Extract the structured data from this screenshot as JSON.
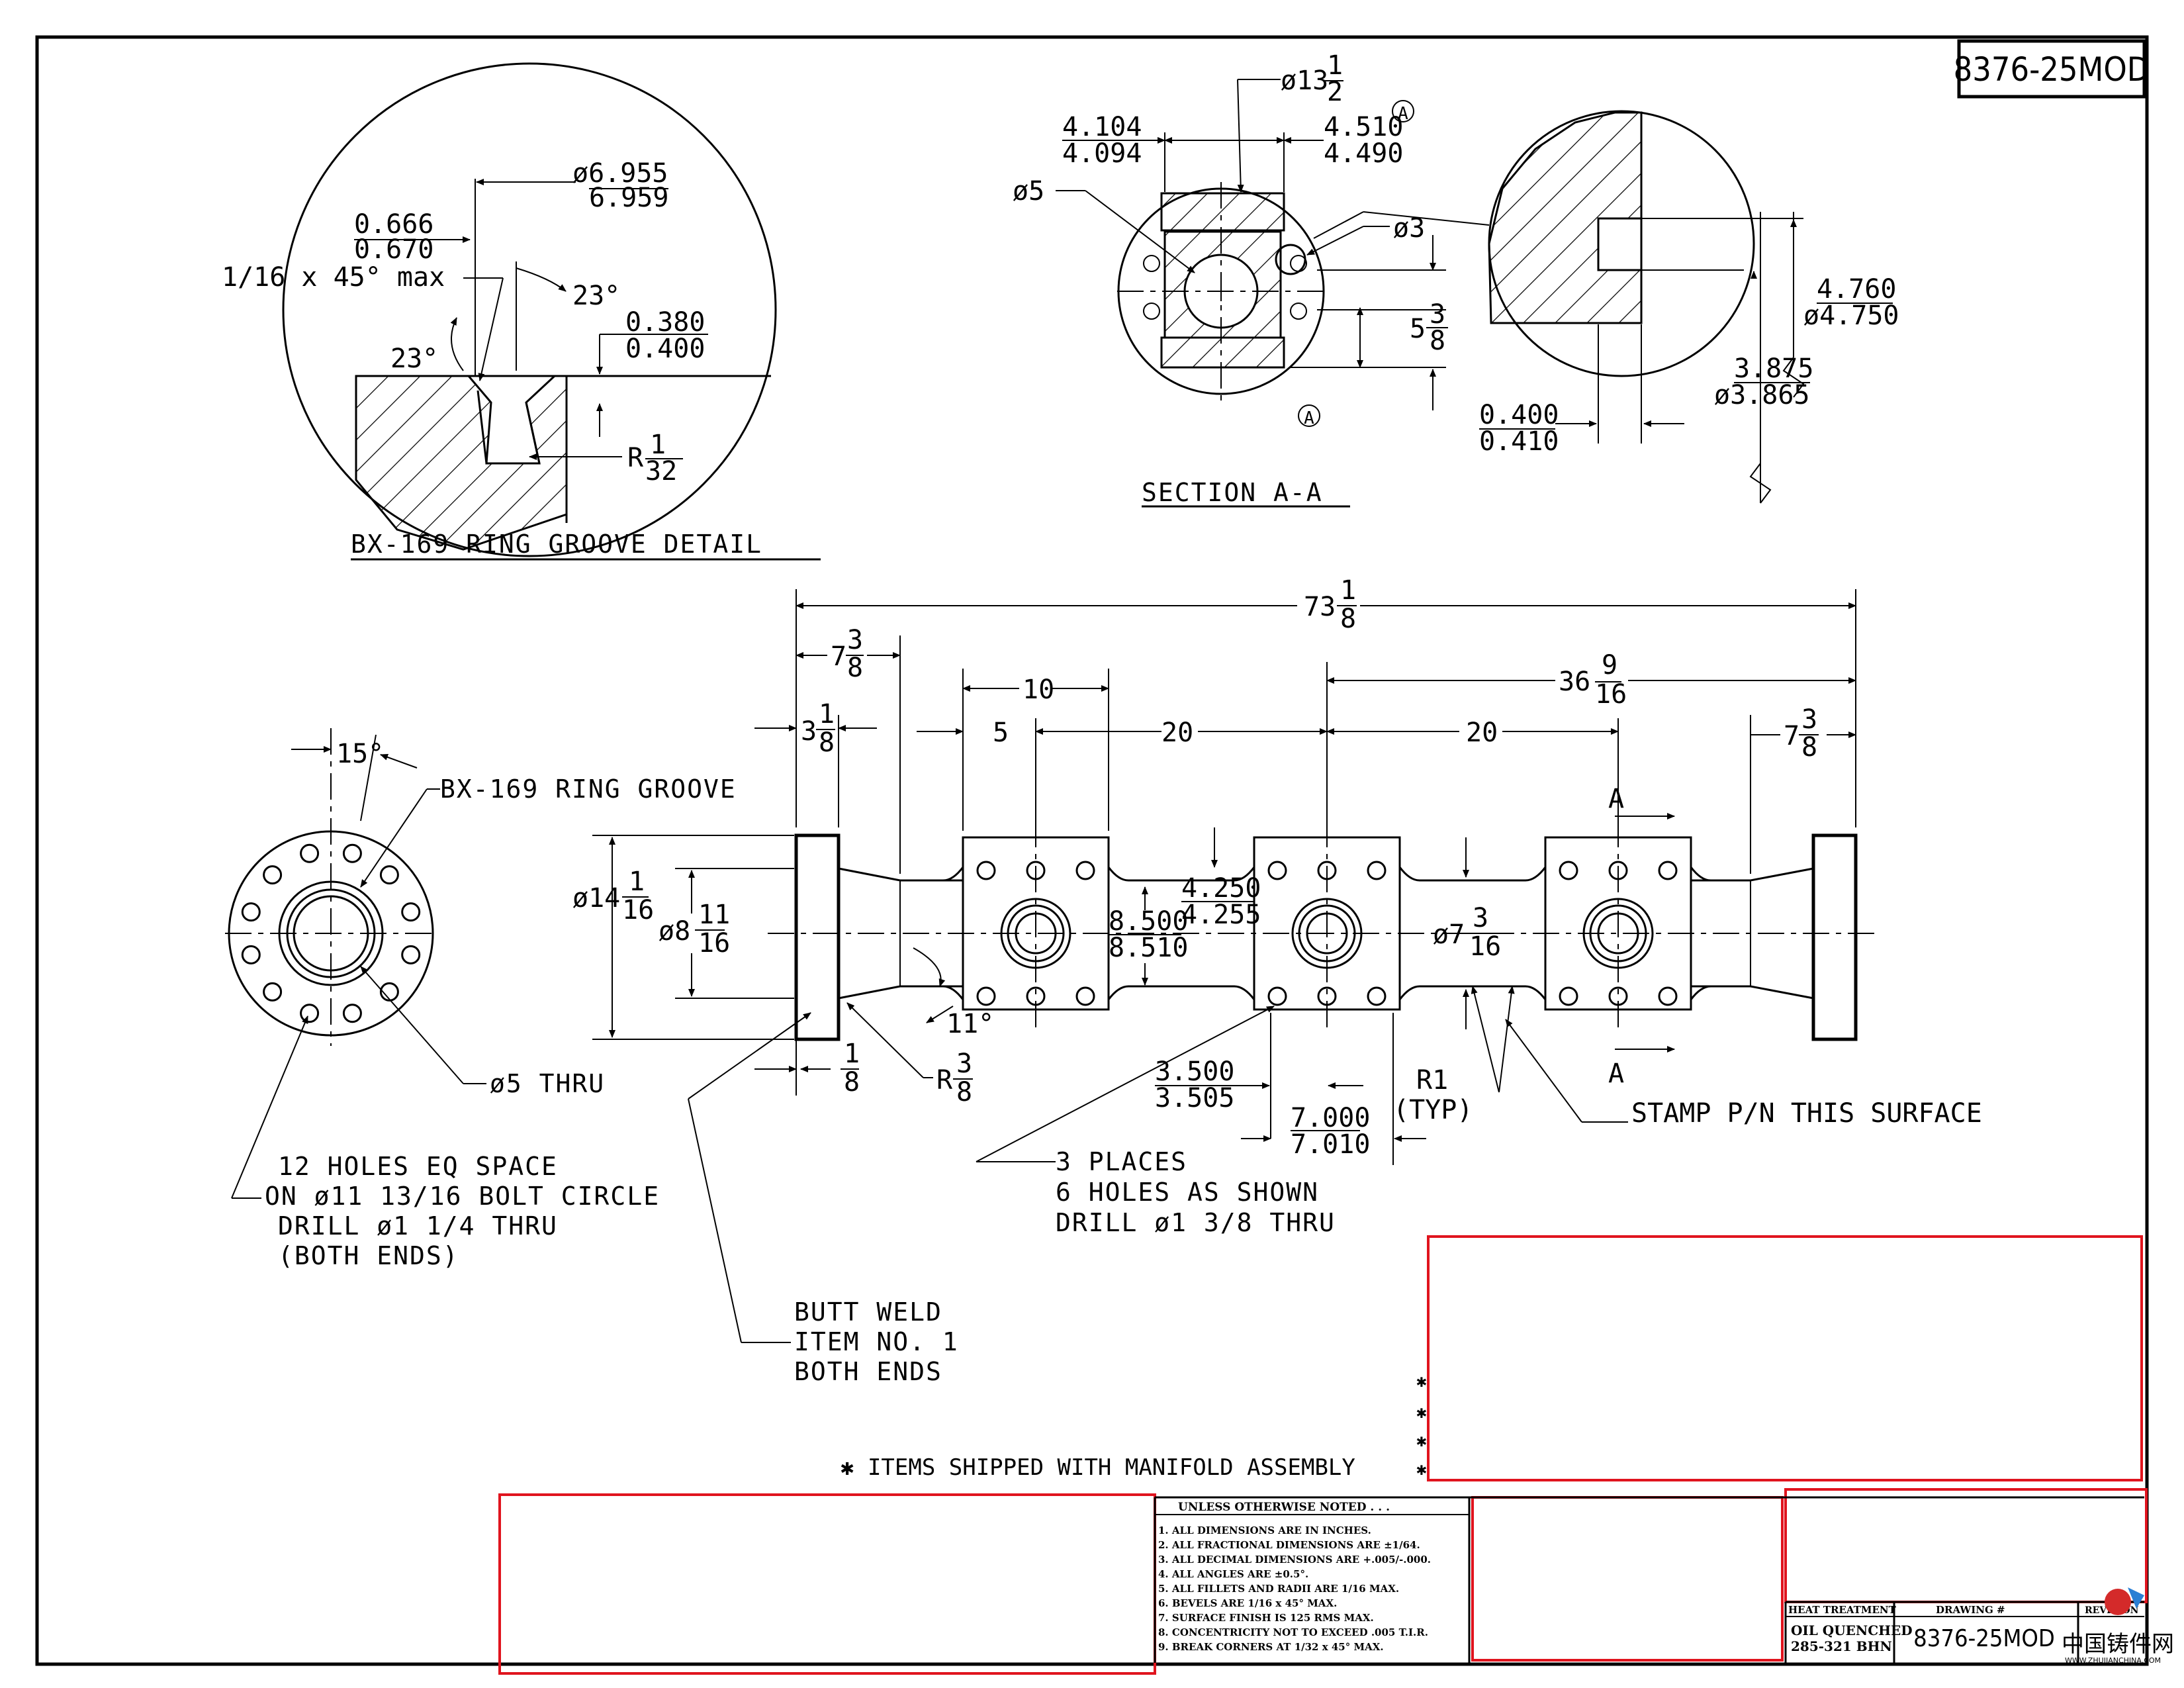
{
  "drawing_number_box": "8376-25MOD",
  "ring_groove_detail": {
    "title": "BX-169 RING GROOVE DETAIL",
    "dia_top": "ø6.955",
    "dia_bot": "6.959",
    "width_top": "0.666",
    "width_bot": "0.670",
    "chamfer": "1/16 x 45° max",
    "angle_right": "23°",
    "angle_left": "23°",
    "depth_top": "0.380",
    "depth_bot": "0.400",
    "radius_r": "R",
    "radius_num": "1",
    "radius_den": "32"
  },
  "section_aa": {
    "title": "SECTION A-A",
    "dia_bore": "ø13",
    "dia_bore_num": "1",
    "dia_bore_den": "2",
    "left_top": "4.104",
    "left_bot": "4.094",
    "right_top": "4.510",
    "right_bot": "4.490",
    "circle_a": "A",
    "dia5": "ø5",
    "dia3": "ø3",
    "five": "5",
    "five_num": "3",
    "five_den": "8",
    "circle_a2": "A"
  },
  "section_detail": {
    "od_top": "4.760",
    "od_bot": "ø4.750",
    "id_top": "3.875",
    "id_bot": "ø3.865",
    "w_top": "0.400",
    "w_bot": "0.410"
  },
  "end_view": {
    "angle": "15°",
    "ring_groove": "BX-169 RING GROOVE",
    "thru": "ø5 THRU",
    "note_lines": [
      "12 HOLES EQ SPACE",
      "ON ø11 13/16 BOLT CIRCLE",
      "DRILL ø1 1/4 THRU",
      "(BOTH ENDS)"
    ]
  },
  "main_view": {
    "overall": "73",
    "overall_num": "1",
    "overall_den": "8",
    "left_7": "7",
    "left_7_num": "3",
    "left_7_den": "8",
    "right_7": "7",
    "right_7_num": "3",
    "right_7_den": "8",
    "left_3": "3",
    "left_3_num": "1",
    "left_3_den": "8",
    "d10": "10",
    "d5": "5",
    "d20a": "20",
    "d20b": "20",
    "d36": "36",
    "d36_num": "9",
    "d36_den": "16",
    "dia14": "ø14",
    "dia14_num": "1",
    "dia14_den": "16",
    "dia8": "ø8",
    "dia8_num": "11",
    "dia8_den": "16",
    "d4250": "4.250",
    "d4255": "4.255",
    "d8500": "8.500",
    "d8510": "8.510",
    "dia7": "ø7",
    "dia7_num": "3",
    "dia7_den": "16",
    "angle11": "11°",
    "eighth_num": "1",
    "eighth_den": "8",
    "r38": "R",
    "r38_num": "3",
    "r38_den": "8",
    "d3500": "3.500",
    "d3505": "3.505",
    "d7000": "7.000",
    "d7010": "7.010",
    "r1": "R1",
    "typ": "(TYP)",
    "stamp": "STAMP P/N THIS SURFACE",
    "sec_a_top": "A",
    "sec_a_bot": "A",
    "places": [
      "3 PLACES",
      "6 HOLES AS SHOWN",
      "DRILL ø1 3/8 THRU"
    ],
    "weld": [
      "BUTT WELD",
      "ITEM NO. 1",
      "BOTH ENDS"
    ]
  },
  "items_shipped": "✱ ITEMS SHIPPED WITH MANIFOLD ASSEMBLY",
  "asterisks": [
    "✱",
    "✱",
    "✱",
    "✱"
  ],
  "notes": {
    "header": "UNLESS OTHERWISE NOTED . . .",
    "items": [
      "1.  ALL DIMENSIONS ARE IN INCHES.",
      "2.  ALL FRACTIONAL DIMENSIONS ARE ±1/64.",
      "3.  ALL DECIMAL DIMENSIONS ARE +.005/-.000.",
      "4.  ALL ANGLES ARE ±0.5°.",
      "5.  ALL FILLETS AND RADII ARE 1/16 MAX.",
      "6.  BEVELS ARE 1/16 x 45° MAX.",
      "7.  SURFACE FINISH IS 125 RMS MAX.",
      "8.  CONCENTRICITY NOT TO EXCEED .005 T.I.R.",
      "9.  BREAK CORNERS AT 1/32 x 45° MAX."
    ]
  },
  "title_block": {
    "heat_label": "HEAT TREATMENT",
    "heat_val1": "OIL QUENCHED",
    "heat_val2": "285-321 BHN",
    "drawing_label": "DRAWING #",
    "drawing_val": "8376-25MOD",
    "rev_label": "REVISION"
  },
  "watermark": {
    "text": "中国铸件网",
    "url": "WWW.ZHUJIANCHINA.COM"
  }
}
